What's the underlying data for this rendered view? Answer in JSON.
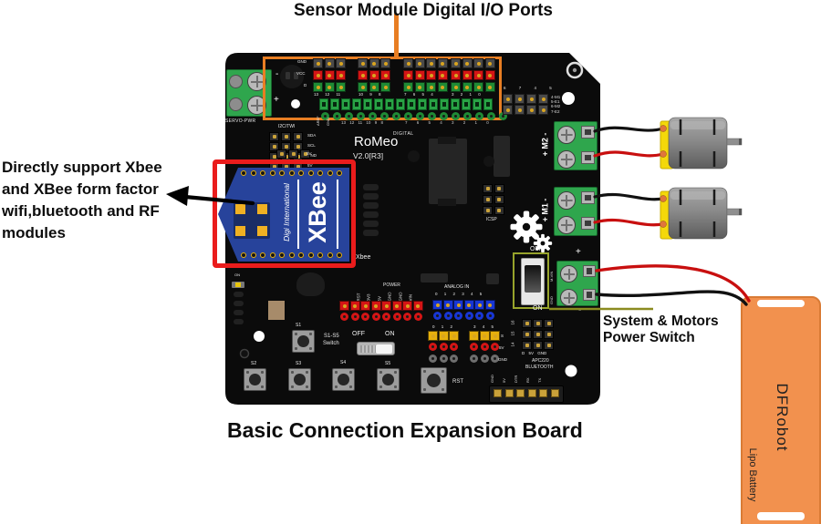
{
  "colors": {
    "annotation_orange": "#E87E23",
    "xbee_box_red": "#EA1C1C",
    "switch_box_olive": "#97A32B",
    "battery_orange": "#F2914E",
    "xbee_blue": "#27439B",
    "pcb_black": "#0B0B0B",
    "terminal_green": "#2FA64D",
    "wire_red": "#C80F0F",
    "wire_black": "#111111"
  },
  "annotations": {
    "top_label": "Sensor Module Digital I/O Ports",
    "left_label_lines": [
      "Directly support Xbee",
      "and XBee form factor",
      "wifi,bluetooth and RF",
      "modules"
    ],
    "switch_label_lines": [
      "System & Motors",
      "Power Switch"
    ],
    "bottom_label": "Basic Connection Expansion Board"
  },
  "board": {
    "title": "RoMeo",
    "version": "V2.0[R3]",
    "servo": {
      "label": "SERVO-PWR",
      "minus": "-",
      "plus": "+"
    },
    "i2c": {
      "label": "I2C/TWI",
      "pin1": "SDA",
      "pin2": "SCL",
      "pin3": "GND",
      "pin4": "5V"
    },
    "digital": {
      "label": "DIGITAL",
      "row1": "GND",
      "row2": "VCC",
      "row3": "D",
      "g1": "13 12 11",
      "g2": "10 9 8",
      "g3": "7 6 5 4",
      "g4": "3 2 1 0",
      "bottom1": "13 12 11 10 9 8",
      "bottom2": "7 6 5 4 3 2 1 0",
      "aref": "AREF",
      "agnd": "GND"
    },
    "jumper": {
      "numbers": "6 7 4 5",
      "m1": "4-M1",
      "e1": "5-E1",
      "m2": "6-M2",
      "e2": "7-E2"
    },
    "m2_label": "+ M2 -",
    "m1_label": "+ M1 -",
    "mvin": {
      "plus": "+",
      "minus": "-",
      "vin": "M-VIN",
      "gnd": "GND"
    },
    "pswitch": {
      "off": "OFF",
      "on": "ON"
    },
    "power": {
      "label": "POWER",
      "p1": "RST",
      "p2": "3V3",
      "p3": "5V",
      "p4": "GND",
      "p5": "GND",
      "p6": "VIN"
    },
    "analog": {
      "label": "ANALOG IN",
      "numbers": "0 1 2 3 4 5"
    },
    "sensor": {
      "ga": "0 1 2",
      "gb": "3 4 5",
      "r1": "S",
      "r2": "5V",
      "r3": "GND"
    },
    "apc": {
      "c16": "16",
      "c15": "15",
      "c14": "14",
      "cols": "D 5V GND",
      "line1": "APC220",
      "line2": "BLUETOOTH"
    },
    "sswitch": {
      "l1": "S1-S5",
      "l2": "Switch",
      "off": "OFF",
      "on": "ON"
    },
    "buttons": {
      "s1": "S1",
      "s2": "S2",
      "s3": "S3",
      "s4": "S4",
      "s5": "S5",
      "rst": "RST"
    },
    "serial": {
      "p1": "GND",
      "p2": "5V",
      "p3": "DTR",
      "p4": "RX",
      "p5": "TX"
    },
    "icsp": "ICSP",
    "xbee_socket": "Xbee",
    "socket_5v": "5V",
    "on_led": "ON"
  },
  "xbee": {
    "brand": "Digi International",
    "logo": "XBee"
  },
  "battery": {
    "brand": "DFRobot",
    "type": "Lipo Battery"
  }
}
